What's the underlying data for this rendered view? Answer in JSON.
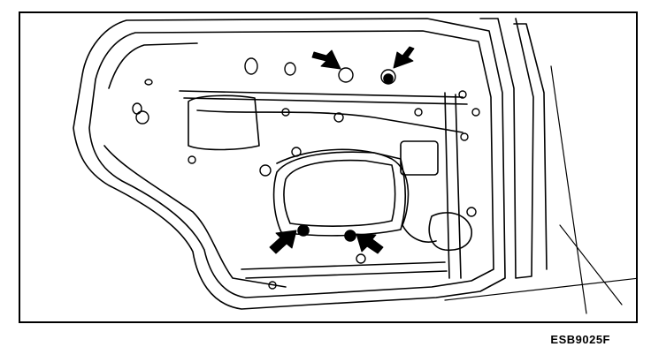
{
  "figure": {
    "code": "ESB9025F",
    "subject": "rear-door-inner-panel-line-drawing",
    "line_color": "#000000",
    "background_color": "#ffffff",
    "indicator_arrows": 4
  }
}
